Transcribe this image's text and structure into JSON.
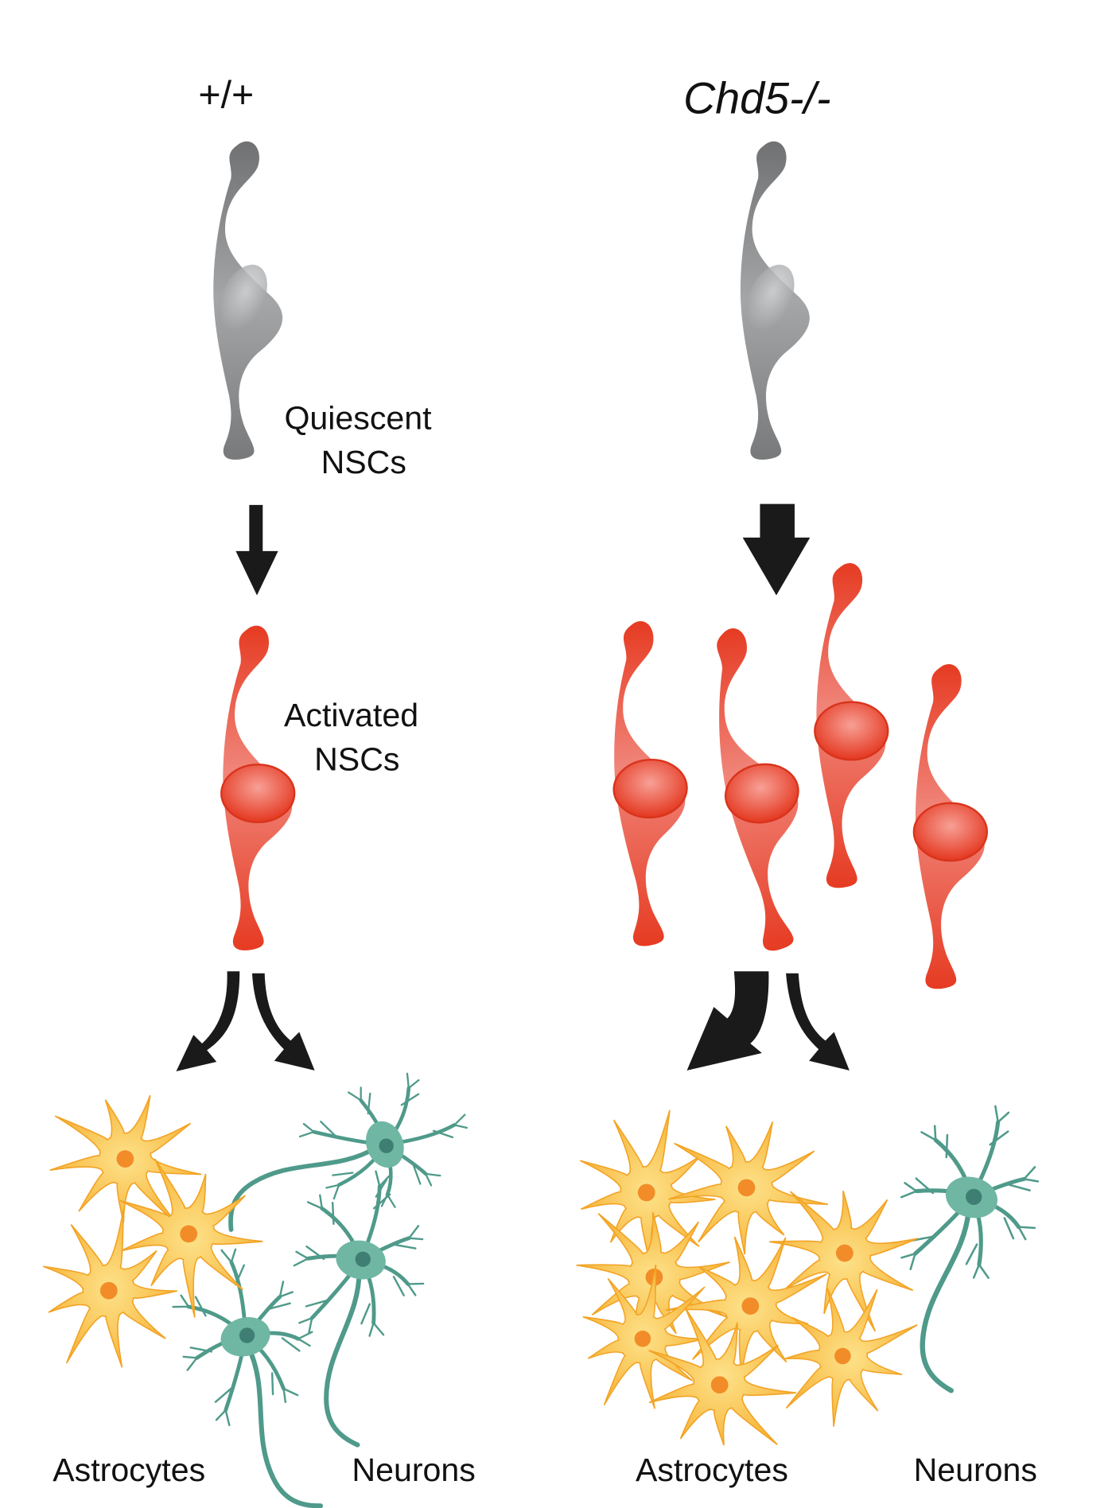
{
  "columns": {
    "wildtype": {
      "title": "+/+",
      "quiescent_label": [
        "Quiescent",
        "NSCs"
      ],
      "activated_label": [
        "Activated",
        "NSCs"
      ],
      "astrocytes_label": "Astrocytes",
      "neurons_label": "Neurons"
    },
    "knockout": {
      "title": "Chd5-/-",
      "astrocytes_label": "Astrocytes",
      "neurons_label": "Neurons"
    }
  },
  "colors": {
    "quiescent": "#8a8c8e",
    "activated": "#e8432a",
    "astrocyte": "#f7b733",
    "neuron": "#4f9a8a",
    "arrow": "#1a1a1a"
  }
}
